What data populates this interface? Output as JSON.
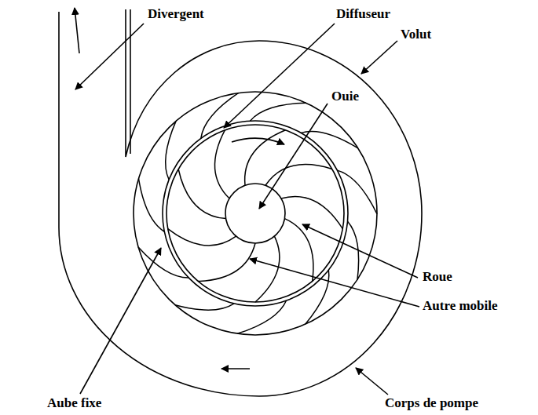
{
  "diagram": {
    "labels": [
      "Divergent",
      "Diffuseur",
      "Volut",
      "Ouie",
      "Roue",
      "Autre mobile",
      "Aube fixe",
      "Corps de pompe"
    ]
  }
}
